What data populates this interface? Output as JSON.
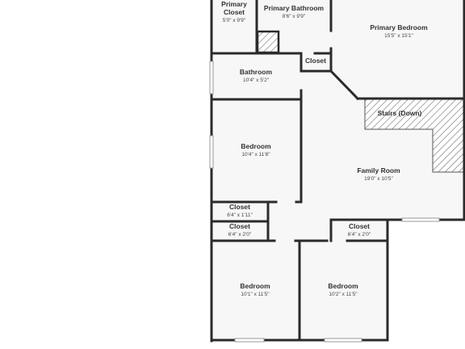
{
  "plan": {
    "colors": {
      "wall": "#2b2b2b",
      "floor": "#f7f7f7",
      "window": "#d9d9d9",
      "hatch": "#777777"
    },
    "rooms": [
      {
        "id": "primary-closet",
        "name": "Primary\nCloset",
        "dims": "5'0\" x 9'9\""
      },
      {
        "id": "primary-bathroom",
        "name": "Primary Bathroom",
        "dims": "8'6\" x 9'9\""
      },
      {
        "id": "primary-bedroom",
        "name": "Primary Bedroom",
        "dims": "15'5\" x 15'1\""
      },
      {
        "id": "bathroom",
        "name": "Bathroom",
        "dims": "10'4\" x 5'2\""
      },
      {
        "id": "closet-hall",
        "name": "Closet",
        "dims": ""
      },
      {
        "id": "stairs",
        "name": "Stairs (Down)",
        "dims": ""
      },
      {
        "id": "bedroom-1",
        "name": "Bedroom",
        "dims": "10'4\" x 11'8\""
      },
      {
        "id": "family-room",
        "name": "Family Room",
        "dims": "19'0\" x 10'5\""
      },
      {
        "id": "closet-a",
        "name": "Closet",
        "dims": "6'4\" x 1'11\""
      },
      {
        "id": "closet-b",
        "name": "Closet",
        "dims": "6'4\" x 2'0\""
      },
      {
        "id": "closet-c",
        "name": "Closet",
        "dims": "6'4\" x 2'0\""
      },
      {
        "id": "bedroom-2",
        "name": "Bedroom",
        "dims": "10'1\" x 11'5\""
      },
      {
        "id": "bedroom-3",
        "name": "Bedroom",
        "dims": "10'2\" x 11'5\""
      }
    ]
  }
}
